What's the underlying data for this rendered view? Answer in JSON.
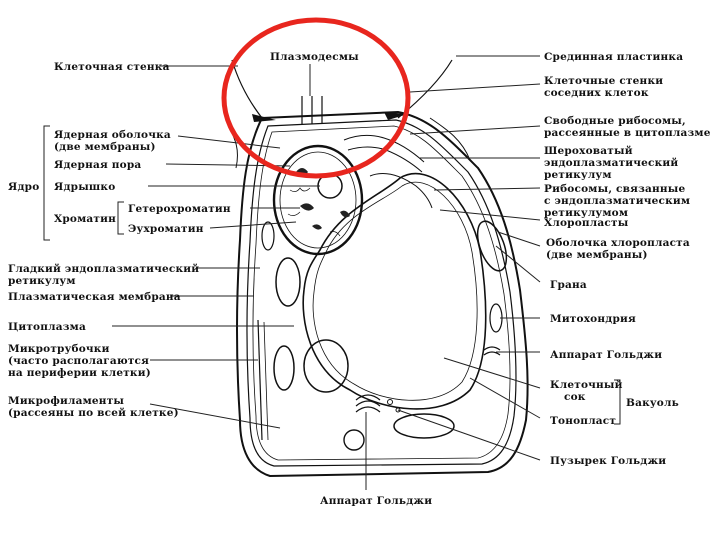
{
  "labels": {
    "cell_wall": "Клеточная стенка",
    "plasmodesmata": "Плазмодесмы",
    "middle_lamella": "Срединная пластинка",
    "adjacent_walls_1": "Клеточные стенки",
    "adjacent_walls_2": "соседних клеток",
    "free_ribosomes_1": "Свободные рибосомы,",
    "free_ribosomes_2": "рассеянные в цитоплазме",
    "rough_er_1": "Шероховатый",
    "rough_er_2": "эндоплазматический",
    "rough_er_3": "ретикулум",
    "bound_ribosomes_1": "Рибосомы, связанные",
    "bound_ribosomes_2": "с эндоплазматическим",
    "bound_ribosomes_3": "ретикулумом",
    "chloroplasts": "Хлоропласты",
    "chloroplast_env_1": "Оболочка хлоропласта",
    "chloroplast_env_2": "(две мембраны)",
    "grana": "Грана",
    "mitochondria": "Митохондрия",
    "golgi_right": "Аппарат Гольджи",
    "cell_sap_1": "Клеточный",
    "cell_sap_2": "сок",
    "vacuole": "Вакуоль",
    "tonoplast": "Тонопласт",
    "golgi_vesicle": "Пузырек Гольджи",
    "golgi_bottom": "Аппарат Гольджи",
    "nuclear_envelope_1": "Ядерная оболочка",
    "nuclear_envelope_2": "(две мембраны)",
    "nuclear_pore": "Ядерная пора",
    "nucleus": "Ядро",
    "nucleolus": "Ядрышко",
    "chromatin": "Хроматин",
    "heterochromatin": "Гетерохроматин",
    "euchromatin": "Эухроматин",
    "smooth_er_1": "Гладкий эндоплазматический",
    "smooth_er_2": "ретикулум",
    "plasma_membrane": "Плазматическая мембрана",
    "cytoplasm": "Цитоплазма",
    "microtubules_1": "Микротрубочки",
    "microtubules_2": "(часто располагаются",
    "microtubules_3": "на периферии клетки)",
    "microfilaments_1": "Микрофиламенты",
    "microfilaments_2": "(рассеяны по всей клетке)"
  },
  "colors": {
    "highlight_circle": "#e8261e",
    "ink": "#111111"
  }
}
